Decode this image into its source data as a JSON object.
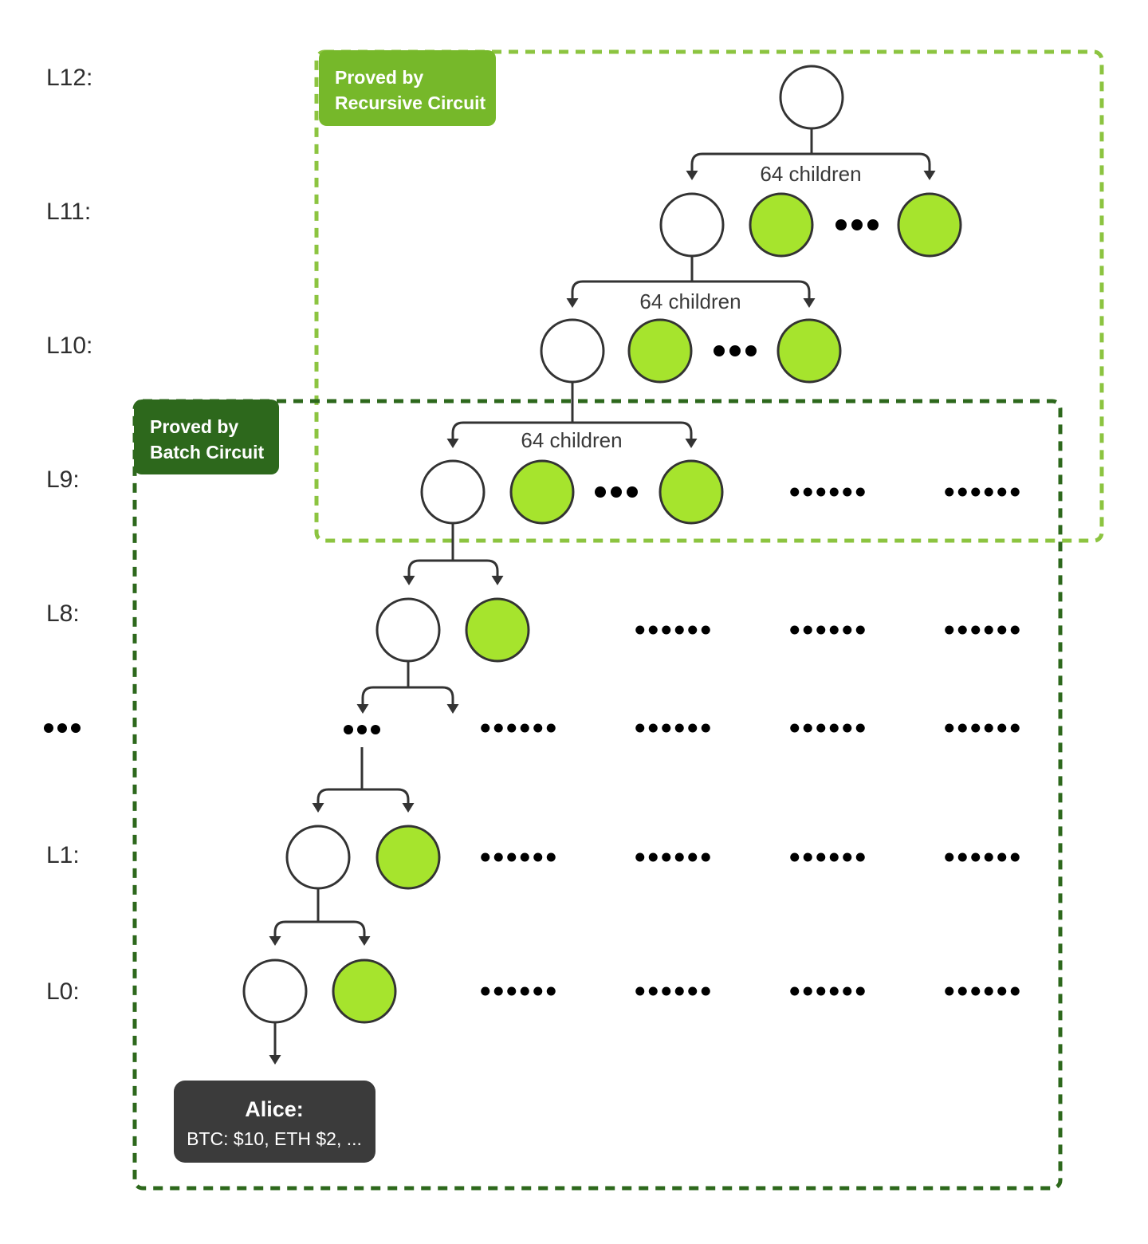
{
  "colors": {
    "background": "#FFFFFF",
    "node_fill": "#A6E42D",
    "node_stroke": "#333333",
    "connector": "#333333",
    "gray_dot": "#D9D9D9",
    "ellipsis_dot": "#333333",
    "recursive_box": "#76B82A",
    "recursive_border": "#8CC440",
    "batch_box": "#2D681C",
    "batch_border": "#2D681C",
    "alice_box": "#3B3B3B",
    "text_dark": "#2F2F2F",
    "text_mid": "#3A3A3A",
    "text_light": "#FFFFFF"
  },
  "legend": {
    "recursive": {
      "line1": "Proved by",
      "line2": "Recursive Circuit"
    },
    "batch": {
      "line1": "Proved by",
      "line2": "Batch Circuit"
    }
  },
  "tree": {
    "children_label": "64 children"
  },
  "levels": {
    "l12": "L12:",
    "l11": "L11:",
    "l10": "L10:",
    "l9": "L9:",
    "l8": "L8:",
    "l1": "L1:",
    "l0": "L0:"
  },
  "alice": {
    "title": "Alice:",
    "balances": "BTC: $10, ETH $2, ..."
  }
}
